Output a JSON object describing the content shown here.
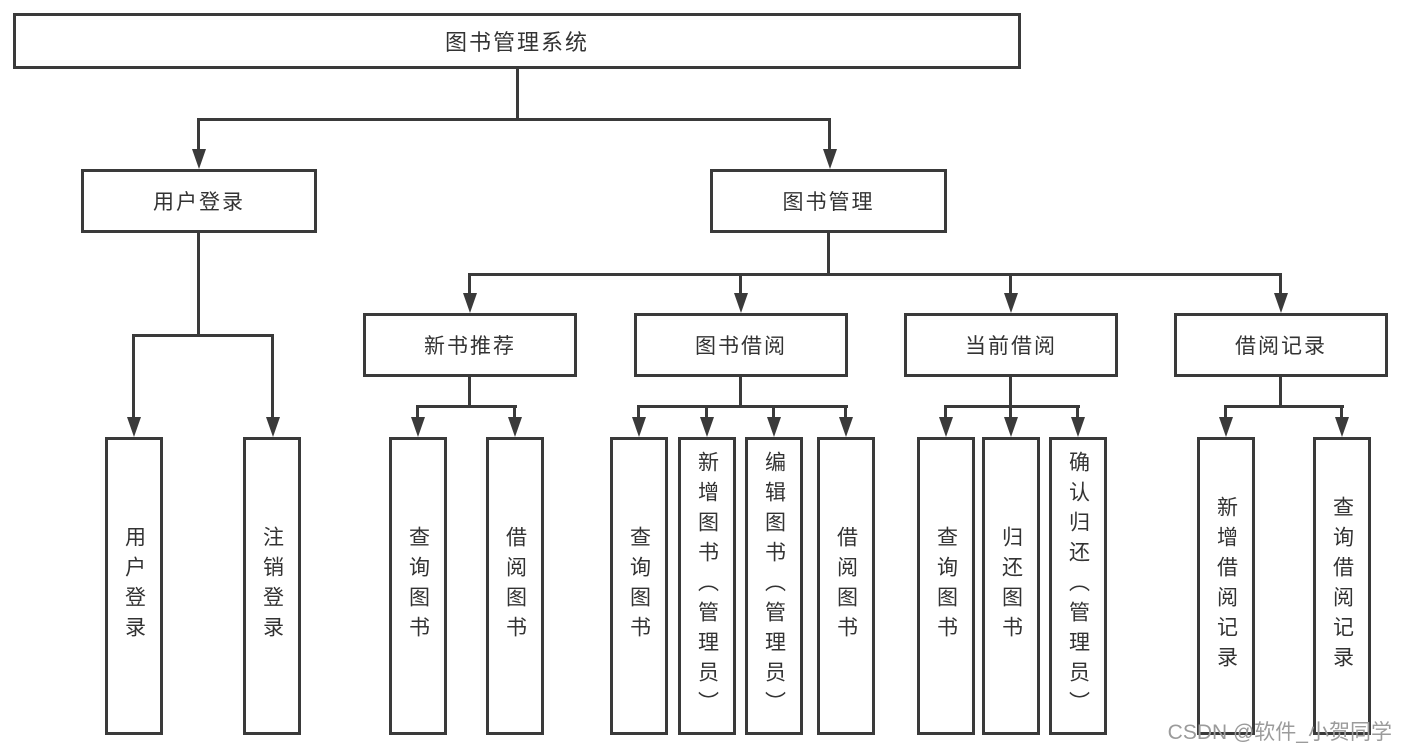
{
  "diagram": {
    "title": "图书管理系统",
    "level2": [
      "用户登录",
      "图书管理"
    ],
    "level3": [
      "新书推荐",
      "图书借阅",
      "当前借阅",
      "借阅记录"
    ],
    "leaves_user_login": [
      "用户登录",
      "注销登录"
    ],
    "leaves_new_books": [
      "查询图书",
      "借阅图书"
    ],
    "leaves_book_borrow": [
      "查询图书",
      "新增图书（管理员）",
      "编辑图书（管理员）",
      "借阅图书"
    ],
    "leaves_current_borrow": [
      "查询图书",
      "归还图书",
      "确认归还（管理员）"
    ],
    "leaves_borrow_records": [
      "新增借阅记录",
      "查询借阅记录"
    ],
    "watermark": "CSDN @软件_小贺同学",
    "colors": {
      "line": "#3a3a3a",
      "text": "#333333",
      "watermark": "#9b9b9b",
      "background": "#ffffff"
    }
  }
}
